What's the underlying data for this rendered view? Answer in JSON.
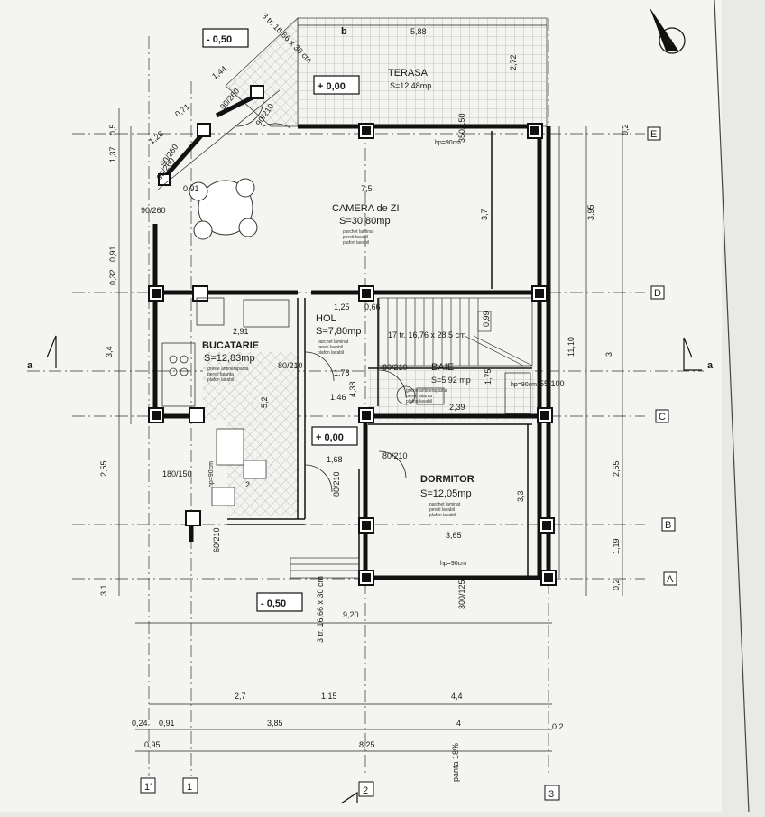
{
  "rooms": {
    "terasa": {
      "name": "TERASA",
      "area": "S=12,48mp"
    },
    "camera": {
      "name": "CAMERA de ZI",
      "area": "S=30,80mp"
    },
    "hol": {
      "name": "HOL",
      "area": "S=7,80mp"
    },
    "bucatarie": {
      "name": "BUCATARIE",
      "area": "S=12,83mp"
    },
    "baie": {
      "name": "BAIE",
      "area": "S=5,92 mp"
    },
    "dormitor": {
      "name": "DORMITOR",
      "area": "S=12,05mp"
    }
  },
  "finishes": {
    "parchet": [
      "parchet laminat",
      "pereti lavabil",
      "plafon lavabil"
    ],
    "gresie": [
      "gresie antiderapanta",
      "pereti faianta",
      "plafon lavabil"
    ]
  },
  "levels": {
    "top": "- 0,50",
    "terrace": "+ 0,00",
    "center": "+ 0,00",
    "bottom": "- 0,50"
  },
  "axes": {
    "E": "E",
    "D": "D",
    "C": "C",
    "B": "B",
    "A": "A",
    "n1p": "1'",
    "n1": "1",
    "n2": "2",
    "n3": "3"
  },
  "section_mark": "a",
  "north_mark": "N",
  "terrace_mark": "b",
  "openings": {
    "d1": "90/260",
    "d2": "90/260",
    "d3": "90/210",
    "d4": "90/260",
    "d5": "90/260",
    "d6": "80/210",
    "d7": "80/210",
    "d8": "55/100",
    "d9": "80/210",
    "d10": "180/150",
    "d11": "60/210",
    "d12": "300/125",
    "d13": "350/150",
    "d14": "80/210"
  },
  "labels": {
    "hp_terasa": "hp=90cm",
    "hp_baie": "hp=90cm",
    "hp_buc": "hp=90cm",
    "hp_dorm": "hp=90cm",
    "stairs_main": "17 tr. 16,76 x 28,5 cm",
    "stairs_top": "3 tr. 16,66 x 30 cm",
    "stairs_bottom": "3 tr. 16,66 x 30 cm",
    "panta": "panta 18%",
    "rect_label": "0,99"
  },
  "dims": {
    "t_588": "5,88",
    "t_272": "2,72",
    "t_75": "7,5",
    "t_37": "3,7",
    "t_395": "3,95",
    "t_091a": "0,91",
    "t_128": "1,28",
    "t_071": "0,71",
    "t_144": "1,44",
    "t_137": "1,37",
    "t_05": "0,5",
    "t_032": "0,32",
    "t_091b": "0,91",
    "t_34": "3,4",
    "t_125": "1,25",
    "t_066": "0,66",
    "t_291": "2,91",
    "t_178": "1,78",
    "t_146": "1,46",
    "t_438": "4,38",
    "t_52": "5,2",
    "t_175": "1,75",
    "t_239": "2,39",
    "t_2": "2",
    "t_168": "1,68",
    "t_33": "3,3",
    "t_365": "3,65",
    "t_255a": "2,55",
    "t_255b": "2,55",
    "t_31": "3,1",
    "t_1110": "11,10",
    "t_3": "3",
    "t_119": "1,19",
    "t_02a": "0,2",
    "t_02b": "0,2",
    "t_920": "9,20",
    "t_27": "2,7",
    "t_115": "1,15",
    "t_44": "4,4",
    "t_024": "0,24",
    "t_091c": "0,91",
    "t_385": "3,85",
    "t_4": "4",
    "t_02c": "0,2",
    "t_095": "0,95",
    "t_825": "8,25"
  }
}
